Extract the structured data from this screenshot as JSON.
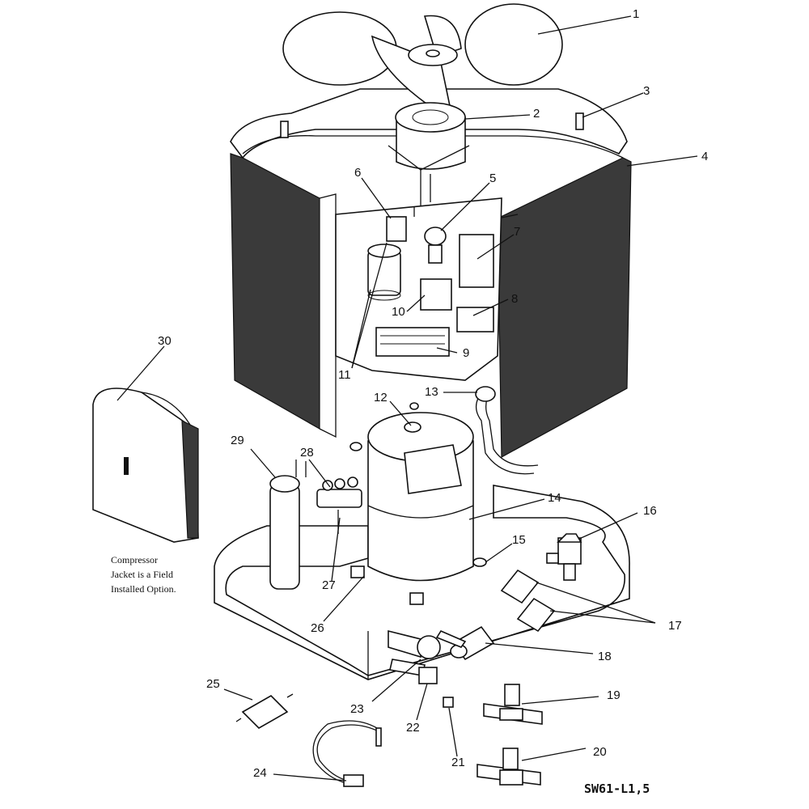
{
  "callouts": [
    "1",
    "2",
    "3",
    "4",
    "5",
    "6",
    "7",
    "8",
    "9",
    "10",
    "11",
    "12",
    "13",
    "14",
    "15",
    "16",
    "17",
    "18",
    "19",
    "20",
    "21",
    "22",
    "23",
    "24",
    "25",
    "26",
    "27",
    "28",
    "29",
    "30"
  ],
  "note": {
    "line1": "Compressor",
    "line2": "Jacket is a Field",
    "line3": "Installed Option."
  },
  "drawing_id": "SW61-L1,5"
}
